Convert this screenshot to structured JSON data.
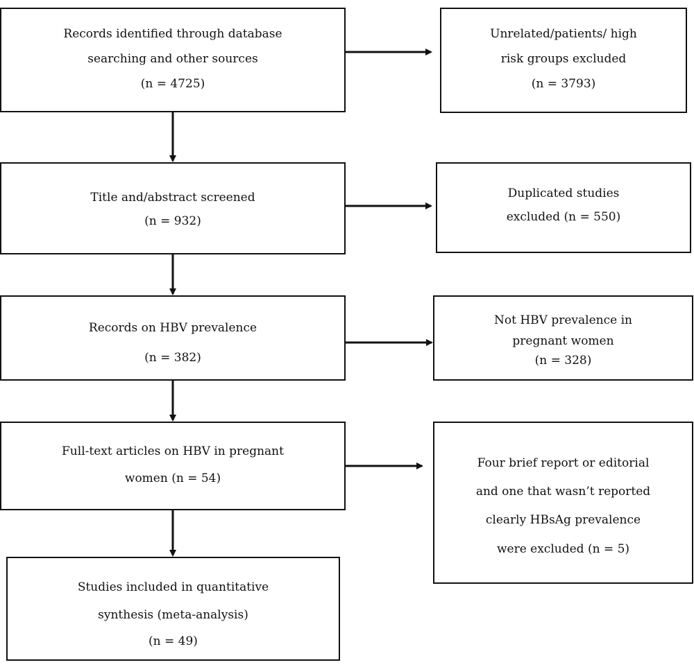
{
  "main_flow": [
    {
      "id": "identified",
      "lines": [
        "Records identified through database",
        "searching and other sources",
        "(n = 4725)"
      ]
    },
    {
      "id": "screened",
      "lines": [
        "Title and/abstract screened",
        "(n = 932)"
      ]
    },
    {
      "id": "hbv-records",
      "lines": [
        "Records on HBV prevalence",
        "(n = 382)"
      ]
    },
    {
      "id": "full-text",
      "lines": [
        "Full-text articles on HBV in pregnant",
        "women (n = 54)"
      ]
    },
    {
      "id": "included",
      "lines": [
        "Studies included in quantitative",
        "synthesis (meta-analysis)",
        "(n = 49)"
      ]
    }
  ],
  "exclusions": [
    {
      "id": "unrelated",
      "lines": [
        "Unrelated/patients/ high",
        "risk groups excluded",
        "(n = 3793)"
      ]
    },
    {
      "id": "duplicated",
      "lines": [
        "Duplicated studies",
        "excluded (n = 550)"
      ]
    },
    {
      "id": "not-hbv",
      "lines": [
        "Not HBV prevalence in",
        "pregnant women",
        "(n = 328)"
      ]
    },
    {
      "id": "brief-report",
      "lines": [
        "Four brief report or editorial",
        "and one that wasn’t reported",
        "clearly HBsAg prevalence",
        "were excluded (n = 5)"
      ]
    }
  ]
}
